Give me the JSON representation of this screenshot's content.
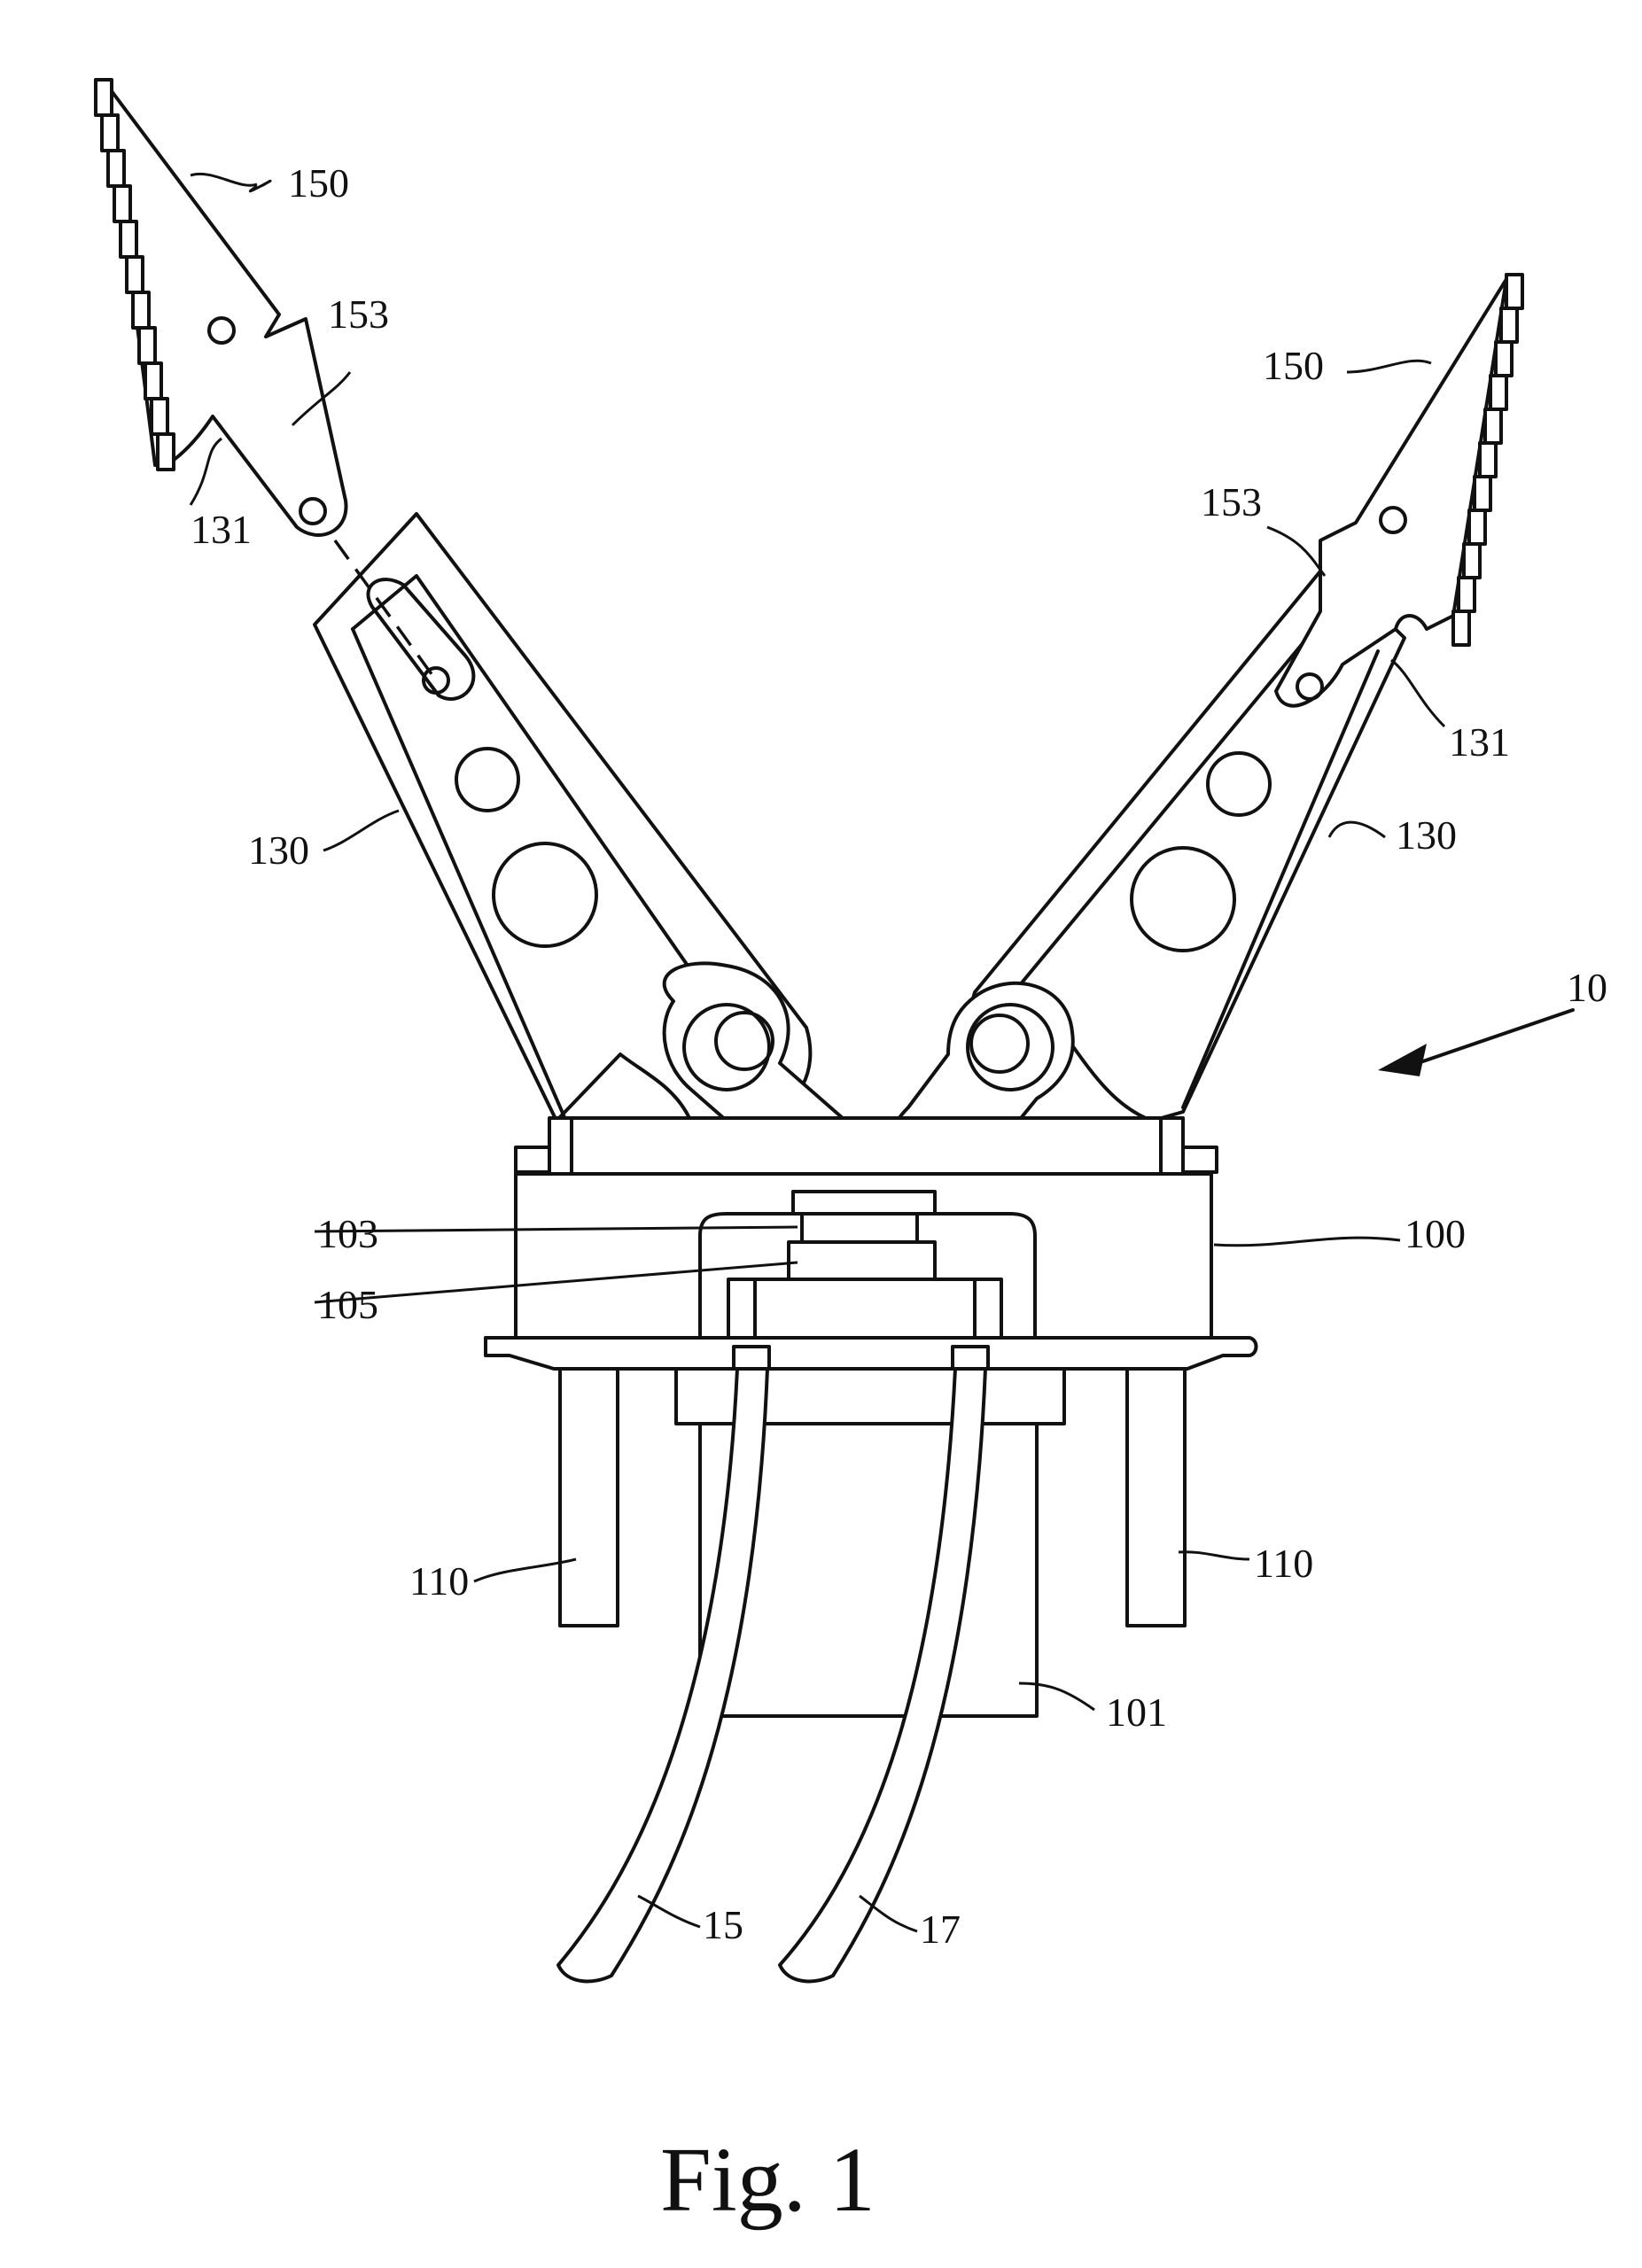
{
  "figure": {
    "caption": "Fig. 1",
    "labels": {
      "blade_left": "150",
      "blade_right": "150",
      "tab_left": "153",
      "tab_right": "153",
      "notch_left": "131",
      "notch_right": "131",
      "arm_left": "130",
      "arm_right": "130",
      "assembly": "10",
      "part_103": "103",
      "part_105": "105",
      "base": "100",
      "leg_left": "110",
      "leg_right": "110",
      "housing": "101",
      "hose_left": "15",
      "hose_right": "17"
    }
  }
}
